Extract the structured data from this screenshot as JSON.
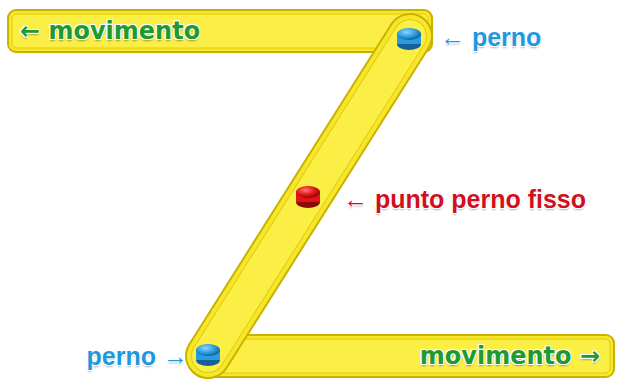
{
  "diagram": {
    "nodes": [
      {
        "text": [
          "← movimento"
        ]
      },
      {
        "text": [
          "movimento →"
        ]
      }
    ],
    "labels": [
      "← perno",
      "← punto perno fisso",
      "perno →"
    ]
  }
}
